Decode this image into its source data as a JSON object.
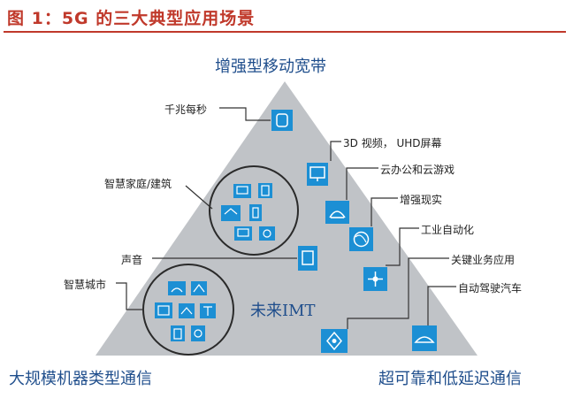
{
  "figure_title": "图 1：5G 的三大典型应用场景",
  "corners": {
    "top": "增强型移动宽带",
    "bottom_left": "大规模机器类型通信",
    "bottom_right": "超可靠和低延迟通信"
  },
  "center": "未来IMT",
  "applications": {
    "gigabit": "千兆每秒",
    "smart_home": "智慧家庭/建筑",
    "voice": "声音",
    "smart_city": "智慧城市",
    "video_3d": "3D 视频， UHD屏幕",
    "cloud": "云办公和云游戏",
    "ar": "增强现实",
    "industry": "工业自动化",
    "mission_critical": "关键业务应用",
    "self_driving": "自动驾驶汽车"
  },
  "colors": {
    "title": "#c0392b",
    "triangle": "#b9bcc1",
    "icon_fill": "#1c8fd4",
    "corner_text": "#1f4e8c"
  }
}
